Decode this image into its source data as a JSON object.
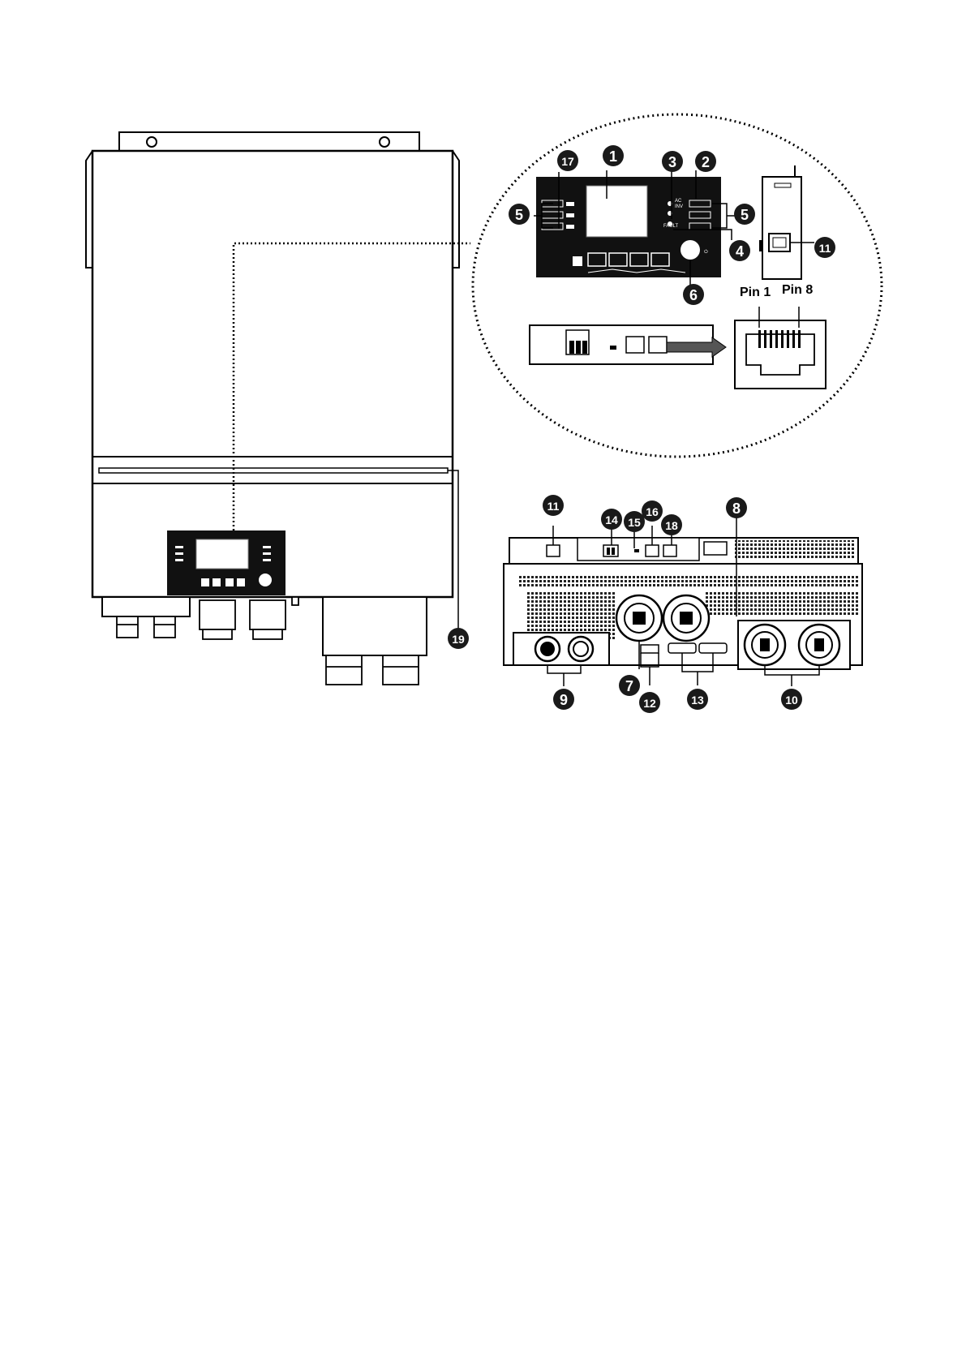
{
  "diagram": {
    "callouts": {
      "c1": "1",
      "c2": "2",
      "c3": "3",
      "c4": "4",
      "c5_left": "5",
      "c5_right": "5",
      "c6": "6",
      "c7": "7",
      "c8": "8",
      "c9": "9",
      "c10": "10",
      "c11_top": "11",
      "c11_bottom": "11",
      "c12": "12",
      "c13": "13",
      "c14": "14",
      "c15": "15",
      "c16": "16",
      "c17": "17",
      "c18": "18",
      "c19": "19"
    },
    "pins": {
      "pin1": "Pin 1",
      "pin8": "Pin 8"
    },
    "panel_labels": {
      "ac": "AC",
      "inv": "INV",
      "fault": "FAULT"
    }
  },
  "colors": {
    "ink": "#000000",
    "panel": "#111111",
    "callout": "#1a1a1a",
    "background": "#ffffff"
  }
}
